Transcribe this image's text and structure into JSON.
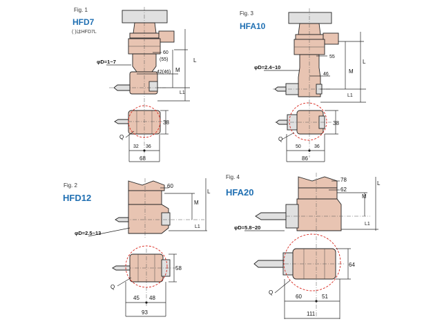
{
  "fig1": {
    "fig_label": "Fig. 1",
    "model": "HFD7",
    "note": "(    )はHFD7L",
    "dim_60": "60",
    "dim_55": "(55)",
    "dim_M": "M",
    "dim_L": "L",
    "dim_phiD": "φD=1~7",
    "dim_42": "42(46)",
    "dim_L1": "L1",
    "dim_38": "38",
    "dim_Q": "Q",
    "dim_32": "32",
    "dim_36": "36",
    "dim_68": "68"
  },
  "fig2": {
    "fig_label": "Fig. 2",
    "model": "HFD12",
    "dim_60": "60",
    "dim_L": "L",
    "dim_M": "M",
    "dim_L1": "L1",
    "dim_phiD": "φD=2.5~13",
    "dim_58": "58",
    "dim_Q": "Q",
    "dim_45": "45",
    "dim_48": "48",
    "dim_93": "93"
  },
  "fig3": {
    "fig_label": "Fig. 3",
    "model": "HFA10",
    "dim_55": "55",
    "dim_L": "L",
    "dim_M": "M",
    "dim_phiD": "φD=2.4~10",
    "dim_46": "46",
    "dim_L1": "L1",
    "dim_38": "38",
    "dim_Q": "Q",
    "dim_50": "50",
    "dim_36": "36",
    "dim_86": "86"
  },
  "fig4": {
    "fig_label": "Fig. 4",
    "model": "HFA20",
    "dim_78": "78",
    "dim_62": "62",
    "dim_L": "L",
    "dim_M": "M",
    "dim_L1": "L1",
    "dim_phiD": "φD=5.8~20",
    "dim_64": "64",
    "dim_Q": "Q",
    "dim_60": "60",
    "dim_51": "51",
    "dim_111": "111"
  },
  "colors": {
    "body": "#e8c4b2",
    "model_text": "#1f6fb2",
    "highlight_circle": "#d9261c"
  }
}
